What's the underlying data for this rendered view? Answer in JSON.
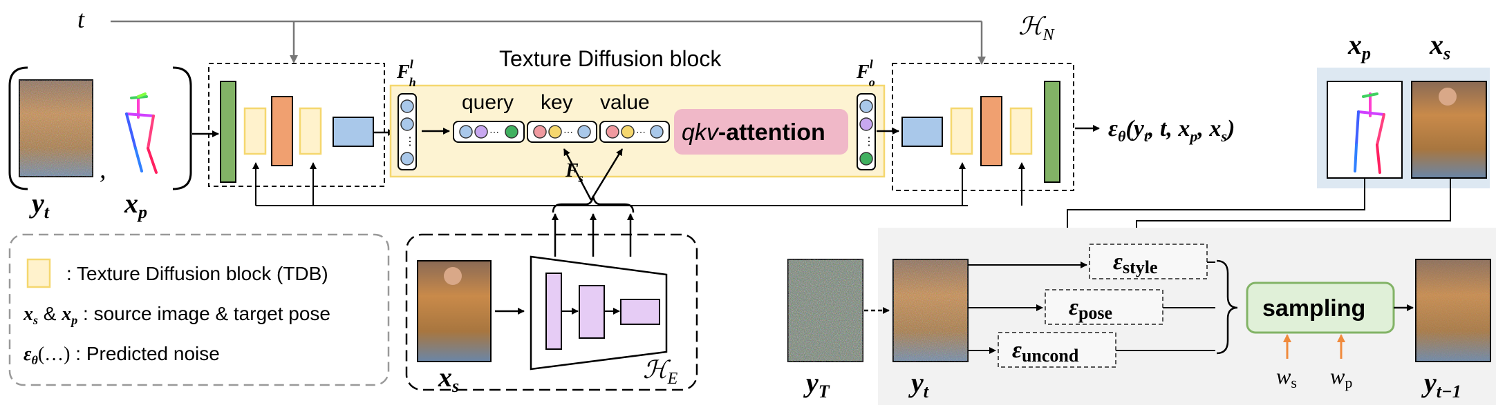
{
  "labels": {
    "t_top": "t",
    "H_N": "ℋN",
    "H_N_main": "ℋ",
    "H_N_sub": "N",
    "H_E_main": "ℋ",
    "H_E_sub": "E",
    "tdb_title": "Texture Diffusion block",
    "F_h": "F",
    "F_h_sup": "l",
    "F_h_sub": "h",
    "F_o": "F",
    "F_o_sup": "l",
    "F_o_sub": "o",
    "F_s": "F",
    "F_s_sub": "s",
    "query": "query",
    "key": "key",
    "value": "value",
    "qkv_italic": "qkv",
    "qkv_bold": "-attention",
    "eps_output": "εθ(yt, t, xp, xs)",
    "eps_out_eps": "ε",
    "eps_out_theta": "θ",
    "eps_out_args": "(y",
    "eps_out_t": "t",
    "eps_out_rest1": ", t, x",
    "eps_out_p": "p",
    "eps_out_rest2": ", x",
    "eps_out_s": "s",
    "eps_out_close": ")",
    "y_t_left_main": "y",
    "y_t_left_sub": "t",
    "x_p_left_main": "x",
    "x_p_left_sub": "p",
    "comma": ",",
    "x_s_enc_main": "x",
    "x_s_enc_sub": "s",
    "x_p_right_main": "x",
    "x_p_right_sub": "p",
    "x_s_right_main": "x",
    "x_s_right_sub": "s",
    "y_T_main": "y",
    "y_T_sub": "T",
    "y_t_right_main": "y",
    "y_t_right_sub": "t",
    "y_t1_main": "y",
    "y_t1_sub": "t−1",
    "eps_style": "ε",
    "eps_style_sub": "style",
    "eps_pose": "ε",
    "eps_pose_sub": "pose",
    "eps_uncond": "ε",
    "eps_uncond_sub": "uncond",
    "sampling": "sampling",
    "w_s_main": "w",
    "w_s_sub": "s",
    "w_p_main": "w",
    "w_p_sub": "p",
    "legend_tdb": ": Texture Diffusion block (TDB)",
    "legend_xs_main": "x",
    "legend_xs_sub": "s",
    "legend_amp": " & ",
    "legend_xp_main": "x",
    "legend_xp_sub": "p",
    "legend_src": " : source image & target pose",
    "legend_eps": "ε",
    "legend_theta": "θ",
    "legend_dots": "(…)",
    "legend_noise": " : Predicted noise"
  },
  "colors": {
    "green": "#82b366",
    "yellow_fill": "#fff2cc",
    "yellow_stroke": "#f5d76e",
    "orange": "#f0a070",
    "blue": "#a9c8ea",
    "purple": "#e6ccf5",
    "pink": "#f0b8c8",
    "tdb_band": "#fdf3d2",
    "sampling_fill": "#e0f0d8",
    "sampling_stroke": "#82b366",
    "arrow_orange": "#f08a3c",
    "panel_gray": "#f2f2f2",
    "panel_blue": "#dde8f2"
  }
}
